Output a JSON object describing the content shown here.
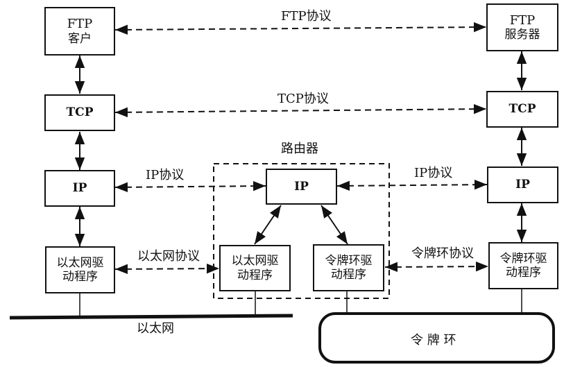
{
  "nodes": {
    "ftp_client": {
      "line1": "FTP",
      "line2": "客户"
    },
    "ftp_server": {
      "line1": "FTP",
      "line2": "服务器"
    },
    "tcp_left": {
      "label": "TCP"
    },
    "tcp_right": {
      "label": "TCP"
    },
    "ip_left": {
      "label": "IP"
    },
    "ip_router": {
      "label": "IP"
    },
    "ip_right": {
      "label": "IP"
    },
    "eth_driver_left": {
      "line1": "以太网驱",
      "line2": "动程序"
    },
    "eth_driver_router": {
      "line1": "以太网驱",
      "line2": "动程序"
    },
    "tr_driver_router": {
      "line1": "令牌环驱",
      "line2": "动程序"
    },
    "tr_driver_right": {
      "line1": "令牌环驱",
      "line2": "动程序"
    },
    "token_ring": {
      "label": "令 牌 环"
    }
  },
  "labels": {
    "ftp_protocol": "FTP协议",
    "tcp_protocol": "TCP协议",
    "ip_protocol_left": "IP协议",
    "ip_protocol_right": "IP协议",
    "ethernet_protocol": "以太网协议",
    "token_ring_protocol": "令牌环协议",
    "router": "路由器",
    "ethernet": "以太网"
  }
}
